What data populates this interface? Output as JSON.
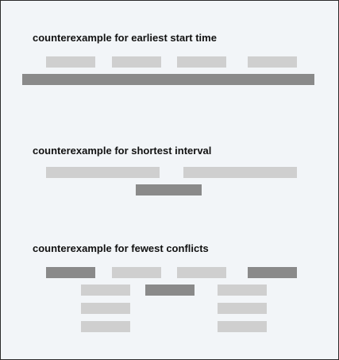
{
  "colors": {
    "background": "#f2f5f8",
    "border": "#2b2b2b",
    "interval_light": "#cfcfcf",
    "interval_dark": "#8a8a8a",
    "text": "#111111"
  },
  "panels": [
    {
      "title": "counterexample for earliest start time"
    },
    {
      "title": "counterexample for shortest interval"
    },
    {
      "title": "counterexample for fewest conflicts"
    }
  ]
}
